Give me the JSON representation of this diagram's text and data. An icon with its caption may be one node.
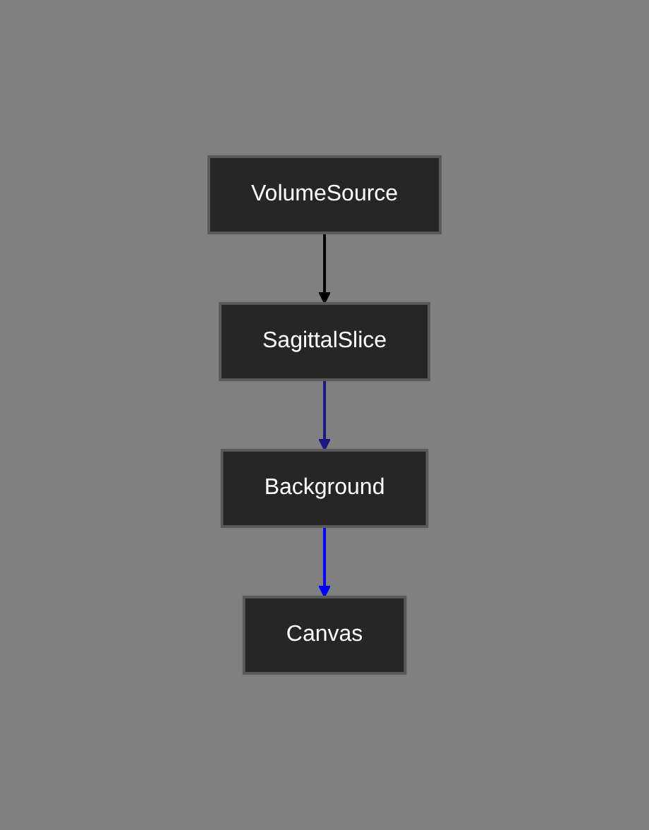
{
  "diagram": {
    "nodes": [
      {
        "text": [
          "VolumeSource"
        ]
      },
      {
        "text": [
          "SagittalSlice"
        ]
      },
      {
        "text": [
          "Background"
        ]
      },
      {
        "text": [
          "Canvas"
        ]
      }
    ],
    "edges": [
      {
        "from": 0,
        "to": 1,
        "arrow": "to",
        "color": "#000000"
      },
      {
        "from": 1,
        "to": 2,
        "arrow": "to",
        "color": "#1a1a80"
      },
      {
        "from": 2,
        "to": 3,
        "arrow": "to",
        "color": "#0000ff"
      }
    ]
  }
}
